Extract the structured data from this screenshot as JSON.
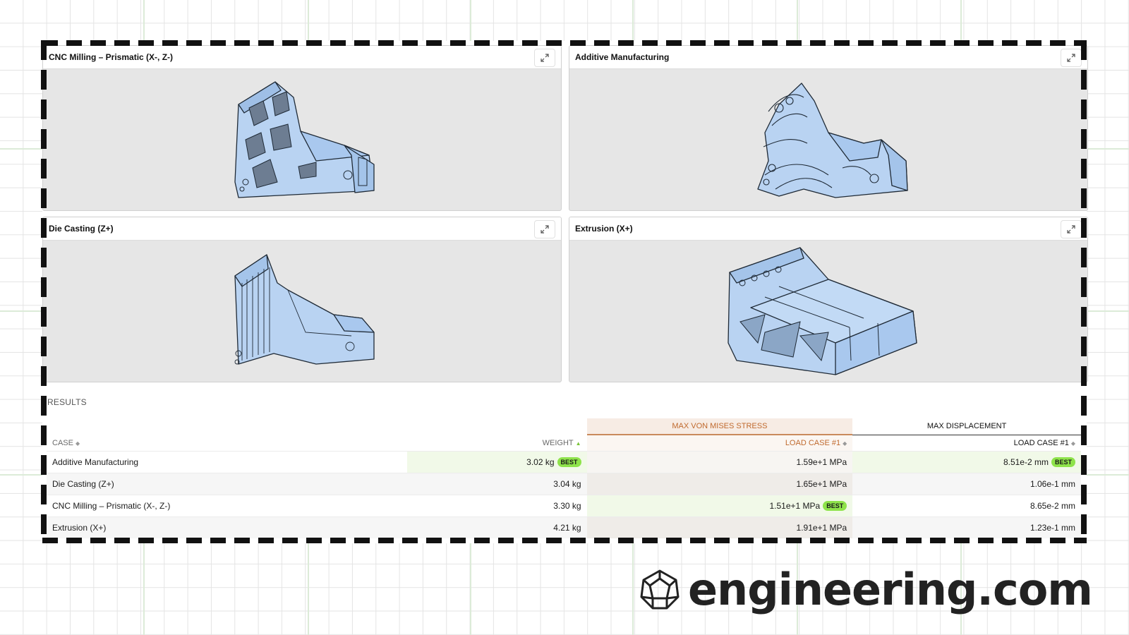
{
  "panels": [
    {
      "title": "CNC Milling – Prismatic (X-, Z-)",
      "icon": "expand-icon"
    },
    {
      "title": "Additive Manufacturing",
      "icon": "expand-icon"
    },
    {
      "title": "Die Casting (Z+)",
      "icon": "expand-icon"
    },
    {
      "title": "Extrusion (X+)",
      "icon": "expand-icon"
    }
  ],
  "colors": {
    "part_fill": "#b9d3f2",
    "part_stroke": "#1f2a36",
    "best_badge": "#8ee34a",
    "stress_accent": "#c06a2e"
  },
  "results": {
    "title": "RESULTS",
    "headers": {
      "case": "CASE",
      "weight": "WEIGHT",
      "stress_group": "MAX VON MISES STRESS",
      "stress_sub": "LOAD CASE #1",
      "disp_group": "MAX DISPLACEMENT",
      "disp_sub": "LOAD CASE #1"
    },
    "badge_label": "BEST",
    "rows": [
      {
        "case": "Additive Manufacturing",
        "weight": "3.02 kg",
        "stress": "1.59e+1 MPa",
        "displacement": "8.51e-2 mm"
      },
      {
        "case": "Die Casting (Z+)",
        "weight": "3.04 kg",
        "stress": "1.65e+1 MPa",
        "displacement": "1.06e-1 mm"
      },
      {
        "case": "CNC Milling – Prismatic (X-, Z-)",
        "weight": "3.30 kg",
        "stress": "1.51e+1 MPa",
        "displacement": "8.65e-2 mm"
      },
      {
        "case": "Extrusion (X+)",
        "weight": "4.21 kg",
        "stress": "1.91e+1 MPa",
        "displacement": "1.23e-1 mm"
      }
    ]
  },
  "logo": {
    "text": "engineering.com"
  }
}
